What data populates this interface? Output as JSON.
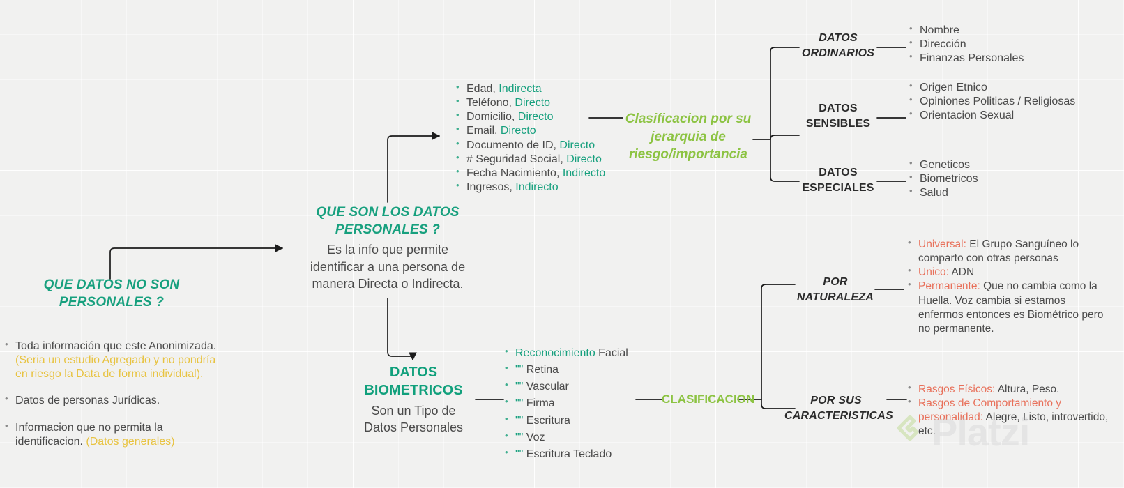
{
  "diagram": {
    "title": "Mapa mental de Datos Personales",
    "colors": {
      "background": "#f1f1f0",
      "teal": "#17a07e",
      "green": "#8cc342",
      "amber": "#e8c341",
      "coral": "#e8705a",
      "text": "#4a4a4a",
      "line": "#222222"
    }
  },
  "center": {
    "heading_line1": "QUE SON LOS DATOS",
    "heading_line2": "PERSONALES ?",
    "body_line1": "Es la info que permite",
    "body_line2": "identificar a una persona de",
    "body_line3": "manera Directa o Indirecta."
  },
  "personal_data_examples": [
    {
      "label": "Edad, ",
      "value": " Indirecta"
    },
    {
      "label": "Teléfono, ",
      "value": "Directo"
    },
    {
      "label": "Domicilio, ",
      "value": "Directo"
    },
    {
      "label": "Email, ",
      "value": "Directo"
    },
    {
      "label": "Documento de ID, ",
      "value": "Directo"
    },
    {
      "label": "# Seguridad Social, ",
      "value": "Directo"
    },
    {
      "label": "Fecha Nacimiento, ",
      "value": "Indirecto"
    },
    {
      "label": "Ingresos, ",
      "value": "Indirecto"
    }
  ],
  "not_personal": {
    "heading_line1": "QUE DATOS NO SON",
    "heading_line2": "PERSONALES ?",
    "items": [
      {
        "main": "Toda información que este Anonimizada.",
        "note": "(Seria un estudio Agregado y no pondría en riesgo la Data de forma individual)."
      },
      {
        "main": "Datos de personas Jurídicas.",
        "note": ""
      },
      {
        "main": "Informacion que no permita la identificacion. ",
        "note": "(Datos generales)"
      }
    ]
  },
  "classification": {
    "heading_line1": "Clasificacion por su",
    "heading_line2": "jerarquia de",
    "heading_line3": "riesgo/importancia",
    "branches": [
      {
        "name_line1": "DATOS",
        "name_line2": "ORDINARIOS",
        "items": [
          "Nombre",
          "Dirección",
          "Finanzas Personales"
        ]
      },
      {
        "name_line1": "DATOS",
        "name_line2": "SENSIBLES",
        "items": [
          "Origen Etnico",
          "Opiniones Politicas / Religiosas",
          "Orientacion Sexual"
        ]
      },
      {
        "name_line1": "DATOS",
        "name_line2": "ESPECIALES",
        "items": [
          "Geneticos",
          "Biometricos",
          "Salud"
        ]
      }
    ]
  },
  "biometrics": {
    "heading_line1": "DATOS",
    "heading_line2": "BIOMETRICOS",
    "body_line1": "Son un Tipo de",
    "body_line2": "Datos Personales",
    "examples": [
      {
        "prefix": "Reconocimiento",
        "rest": " Facial"
      },
      {
        "prefix": "\"\"",
        "rest": " Retina"
      },
      {
        "prefix": "\"\"",
        "rest": " Vascular"
      },
      {
        "prefix": "\"\"",
        "rest": " Firma"
      },
      {
        "prefix": "\"\"",
        "rest": " Escritura"
      },
      {
        "prefix": "\"\"",
        "rest": " Voz"
      },
      {
        "prefix": "\"\"",
        "rest": " Escritura Teclado"
      }
    ],
    "classification_label": "CLASIFICACION",
    "branches": [
      {
        "name_line1": "POR",
        "name_line2": "NATURALEZA",
        "items": [
          {
            "highlight": "Universal",
            "sep": ": ",
            "rest": "El Grupo Sanguíneo lo comparto con otras personas"
          },
          {
            "highlight": "Unico",
            "sep": ": ",
            "rest": "ADN"
          },
          {
            "highlight": "Permanente",
            "sep": ": ",
            "rest": "Que no cambia como la Huella. Voz cambia si estamos enfermos entonces es Biométrico pero no permanente."
          }
        ]
      },
      {
        "name_line1": "POR SUS",
        "name_line2": "CARACTERISTICAS",
        "items": [
          {
            "highlight": "Rasgos Físicos",
            "sep": ": ",
            "rest": "Altura, Peso."
          },
          {
            "highlight": "Rasgos de Comportamiento y personalidad",
            "sep": ": ",
            "rest": "Alegre, Listo, introvertido, etc."
          }
        ]
      }
    ]
  },
  "watermark": {
    "text": "Platzi"
  }
}
